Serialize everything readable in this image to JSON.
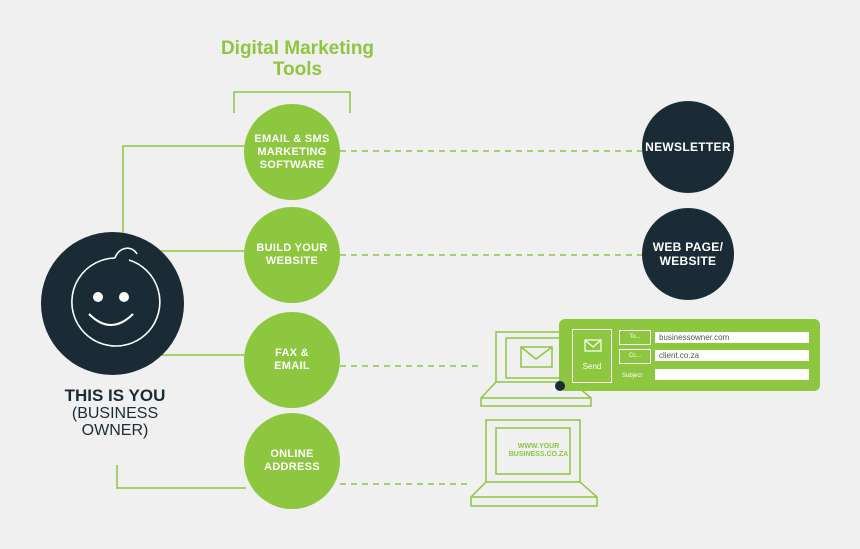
{
  "title": {
    "line1": "Digital Marketing",
    "line2": "Tools"
  },
  "you": {
    "line1": "THIS IS YOU",
    "line2": "(BUSINESS",
    "line3": "OWNER)"
  },
  "tools": [
    {
      "lines": [
        "EMAIL & SMS",
        "MARKETING",
        "SOFTWARE"
      ]
    },
    {
      "lines": [
        "BUILD YOUR",
        "WEBSITE"
      ]
    },
    {
      "lines": [
        "FAX &",
        "EMAIL"
      ]
    },
    {
      "lines": [
        "ONLINE",
        "ADDRESS"
      ]
    }
  ],
  "outcomes": [
    {
      "lines": [
        "NEWSLETTER"
      ]
    },
    {
      "lines": [
        "WEB PAGE/",
        "WEBSITE"
      ]
    }
  ],
  "email_form": {
    "send": "Send",
    "to_label": "To...",
    "cc_label": "Cc...",
    "subject_label": "Subject",
    "to_value": "businessowner.com",
    "cc_value": "client.co.za",
    "subject_value": ""
  },
  "web_address": {
    "line1": "WWW.YOUR",
    "line2": "BUSINESS.CO.ZA"
  },
  "colors": {
    "green": "#8dc63f",
    "navy": "#1a2b35",
    "background": "#f0f0f0"
  }
}
